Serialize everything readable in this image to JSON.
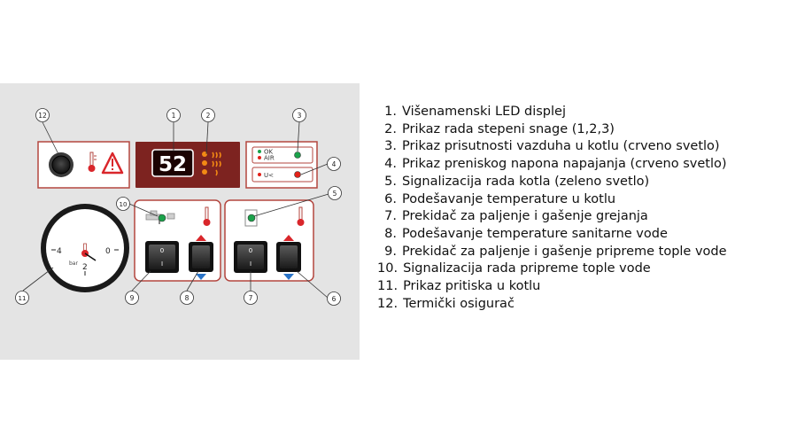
{
  "panel": {
    "display_value": "52",
    "indicator_ok_label": "OK",
    "indicator_air_label": "AIR",
    "indicator_voltage_label": "U<",
    "gauge_unit": "bar",
    "gauge_ticks": [
      "4",
      "2",
      "0"
    ],
    "switch_on_label": "0",
    "switch_off_label": "I",
    "callouts": [
      "1",
      "2",
      "3",
      "4",
      "5",
      "6",
      "7",
      "8",
      "9",
      "10",
      "11",
      "12"
    ],
    "colors": {
      "panel_bg": "#e4e4e4",
      "box_border": "#b3463f",
      "display_bg": "#7d2320",
      "display_text": "#ffffff",
      "led_red": "#e32119",
      "led_green": "#1aa24a",
      "led_orange": "#f28a14",
      "arrow_up": "#d9262b",
      "arrow_down": "#2a74c8"
    }
  },
  "legend": {
    "items": [
      {
        "num": "1.",
        "text": "Višenamenski LED displej"
      },
      {
        "num": "2.",
        "text": "Prikaz rada stepeni snage (1,2,3)"
      },
      {
        "num": "3.",
        "text": "Prikaz prisutnosti vazduha u kotlu (crveno svetlo)"
      },
      {
        "num": "4.",
        "text": "Prikaz preniskog napona napajanja (crveno svetlo)"
      },
      {
        "num": "5.",
        "text": "Signalizacija rada kotla (zeleno svetlo)"
      },
      {
        "num": "6.",
        "text": "Podešavanje temperature u kotlu"
      },
      {
        "num": "7.",
        "text": "Prekidač za paljenje i gašenje grejanja"
      },
      {
        "num": "8.",
        "text": "Podešavanje temperature sanitarne vode"
      },
      {
        "num": "9.",
        "text": "Prekidač za paljenje i gašenje pripreme tople vode"
      },
      {
        "num": "10.",
        "text": "Signalizacija rada pripreme tople vode"
      },
      {
        "num": "11.",
        "text": "Prikaz pritiska u kotlu"
      },
      {
        "num": "12.",
        "text": "Termički osigurač"
      }
    ]
  }
}
